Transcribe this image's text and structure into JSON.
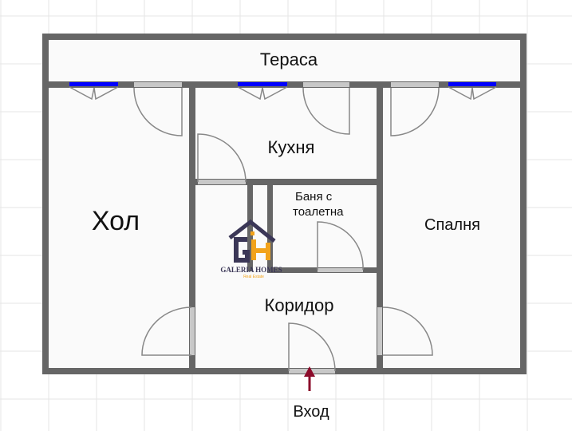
{
  "rooms": {
    "terrace": "Тераса",
    "living": "Хол",
    "kitchen": "Кухня",
    "bathroom_line1": "Баня с",
    "bathroom_line2": "тоалетна",
    "bedroom": "Спалня",
    "corridor": "Коридор"
  },
  "entrance_label": "Вход",
  "logo": {
    "text": "GALERIA HOMES",
    "subtext": "Real Estate",
    "colors": {
      "dark": "#3b3757",
      "accent": "#f2a31b"
    }
  },
  "colors": {
    "wall": "#666666",
    "window": "#0000ff",
    "door_gap": "#c8c8c8",
    "entrance_arrow": "#8b0a2a"
  }
}
